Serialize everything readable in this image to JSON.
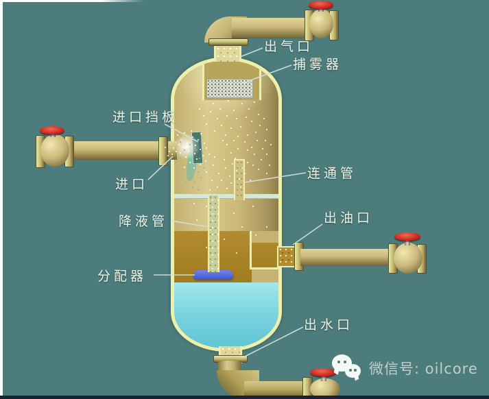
{
  "diagram": {
    "subject": "three-phase-separator-cutaway",
    "labels": {
      "gas_outlet": "出气口",
      "mist_catcher": "捕雾器",
      "inlet_baffle": "进口挡板",
      "inlet": "进口",
      "connecting_pipe": "连通管",
      "oil_outlet": "出油口",
      "downcomer": "降液管",
      "distributor": "分配器",
      "water_outlet": "出水口"
    }
  },
  "watermark": {
    "icon": "wechat-icon",
    "text": "微信号: oilcore"
  },
  "colors": {
    "background": "#4d7c7c",
    "vessel_outline": "#ecf0aa",
    "pipe": "#c9b97a",
    "oil": "#b28c2e",
    "water": "#7cd5df",
    "distributor_blue": "#4256cc",
    "valve_red": "#c8241a",
    "label_text": "#eef4e6",
    "watermark_text": "#d7ded9",
    "leader_line": "#d4e4dc",
    "navy_bar": "#1a2238"
  }
}
